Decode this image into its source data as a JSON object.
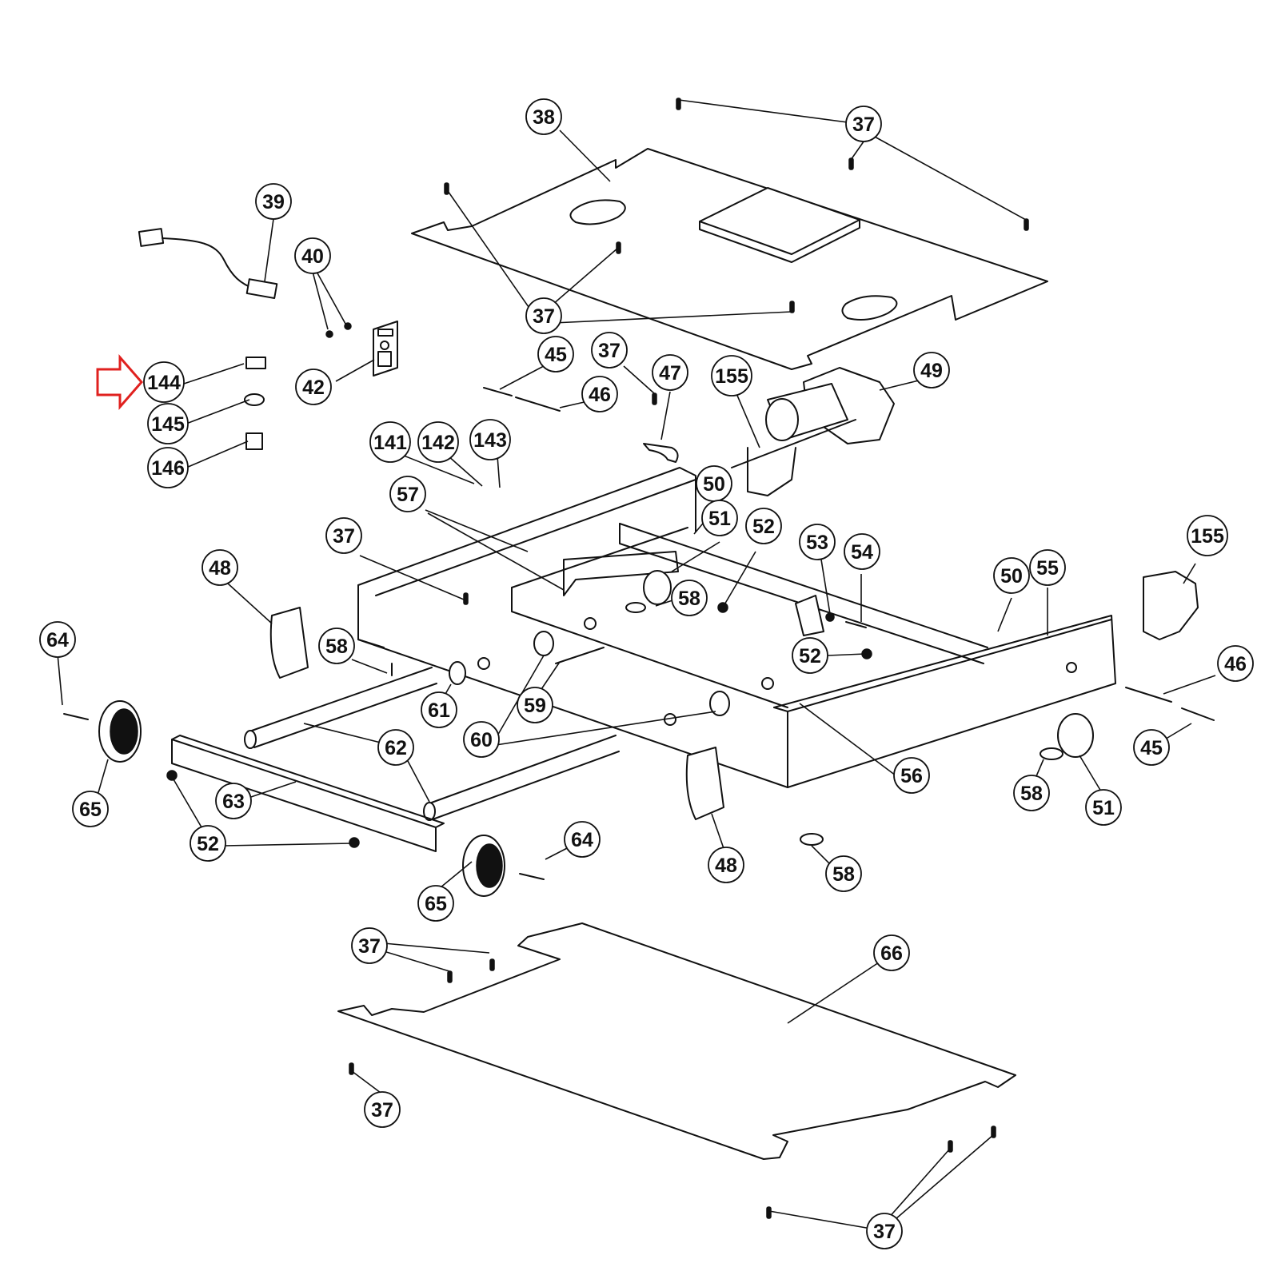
{
  "diagram": {
    "title": "Exploded parts diagram — base frame assembly",
    "highlight": {
      "part": "144",
      "color": "#e0211f",
      "indicator": "right-arrow"
    },
    "callouts": [
      {
        "id": "c38",
        "label": "38"
      },
      {
        "id": "c37a",
        "label": "37"
      },
      {
        "id": "c39",
        "label": "39"
      },
      {
        "id": "c40",
        "label": "40"
      },
      {
        "id": "c37b",
        "label": "37"
      },
      {
        "id": "c144",
        "label": "144"
      },
      {
        "id": "c42",
        "label": "42"
      },
      {
        "id": "c45a",
        "label": "45"
      },
      {
        "id": "c37c",
        "label": "37"
      },
      {
        "id": "c47",
        "label": "47"
      },
      {
        "id": "c155a",
        "label": "155"
      },
      {
        "id": "c49",
        "label": "49"
      },
      {
        "id": "c46a",
        "label": "46"
      },
      {
        "id": "c145",
        "label": "145"
      },
      {
        "id": "c146",
        "label": "146"
      },
      {
        "id": "c141",
        "label": "141"
      },
      {
        "id": "c142",
        "label": "142"
      },
      {
        "id": "c143",
        "label": "143"
      },
      {
        "id": "c50a",
        "label": "50"
      },
      {
        "id": "c57",
        "label": "57"
      },
      {
        "id": "c51a",
        "label": "51"
      },
      {
        "id": "c52a",
        "label": "52"
      },
      {
        "id": "c155b",
        "label": "155"
      },
      {
        "id": "c37d",
        "label": "37"
      },
      {
        "id": "c53",
        "label": "53"
      },
      {
        "id": "c54",
        "label": "54"
      },
      {
        "id": "c48a",
        "label": "48"
      },
      {
        "id": "c50b",
        "label": "50"
      },
      {
        "id": "c55",
        "label": "55"
      },
      {
        "id": "c58a",
        "label": "58"
      },
      {
        "id": "c52b",
        "label": "52"
      },
      {
        "id": "c64a",
        "label": "64"
      },
      {
        "id": "c58b",
        "label": "58"
      },
      {
        "id": "c46b",
        "label": "46"
      },
      {
        "id": "c61",
        "label": "61"
      },
      {
        "id": "c59",
        "label": "59"
      },
      {
        "id": "c60",
        "label": "60"
      },
      {
        "id": "c62",
        "label": "62"
      },
      {
        "id": "c45b",
        "label": "45"
      },
      {
        "id": "c56",
        "label": "56"
      },
      {
        "id": "c58c",
        "label": "58"
      },
      {
        "id": "c51b",
        "label": "51"
      },
      {
        "id": "c65a",
        "label": "65"
      },
      {
        "id": "c63",
        "label": "63"
      },
      {
        "id": "c52c",
        "label": "52"
      },
      {
        "id": "c64b",
        "label": "64"
      },
      {
        "id": "c48b",
        "label": "48"
      },
      {
        "id": "c58d",
        "label": "58"
      },
      {
        "id": "c65b",
        "label": "65"
      },
      {
        "id": "c37e",
        "label": "37"
      },
      {
        "id": "c66",
        "label": "66"
      },
      {
        "id": "c37f",
        "label": "37"
      },
      {
        "id": "c37g",
        "label": "37"
      }
    ]
  }
}
